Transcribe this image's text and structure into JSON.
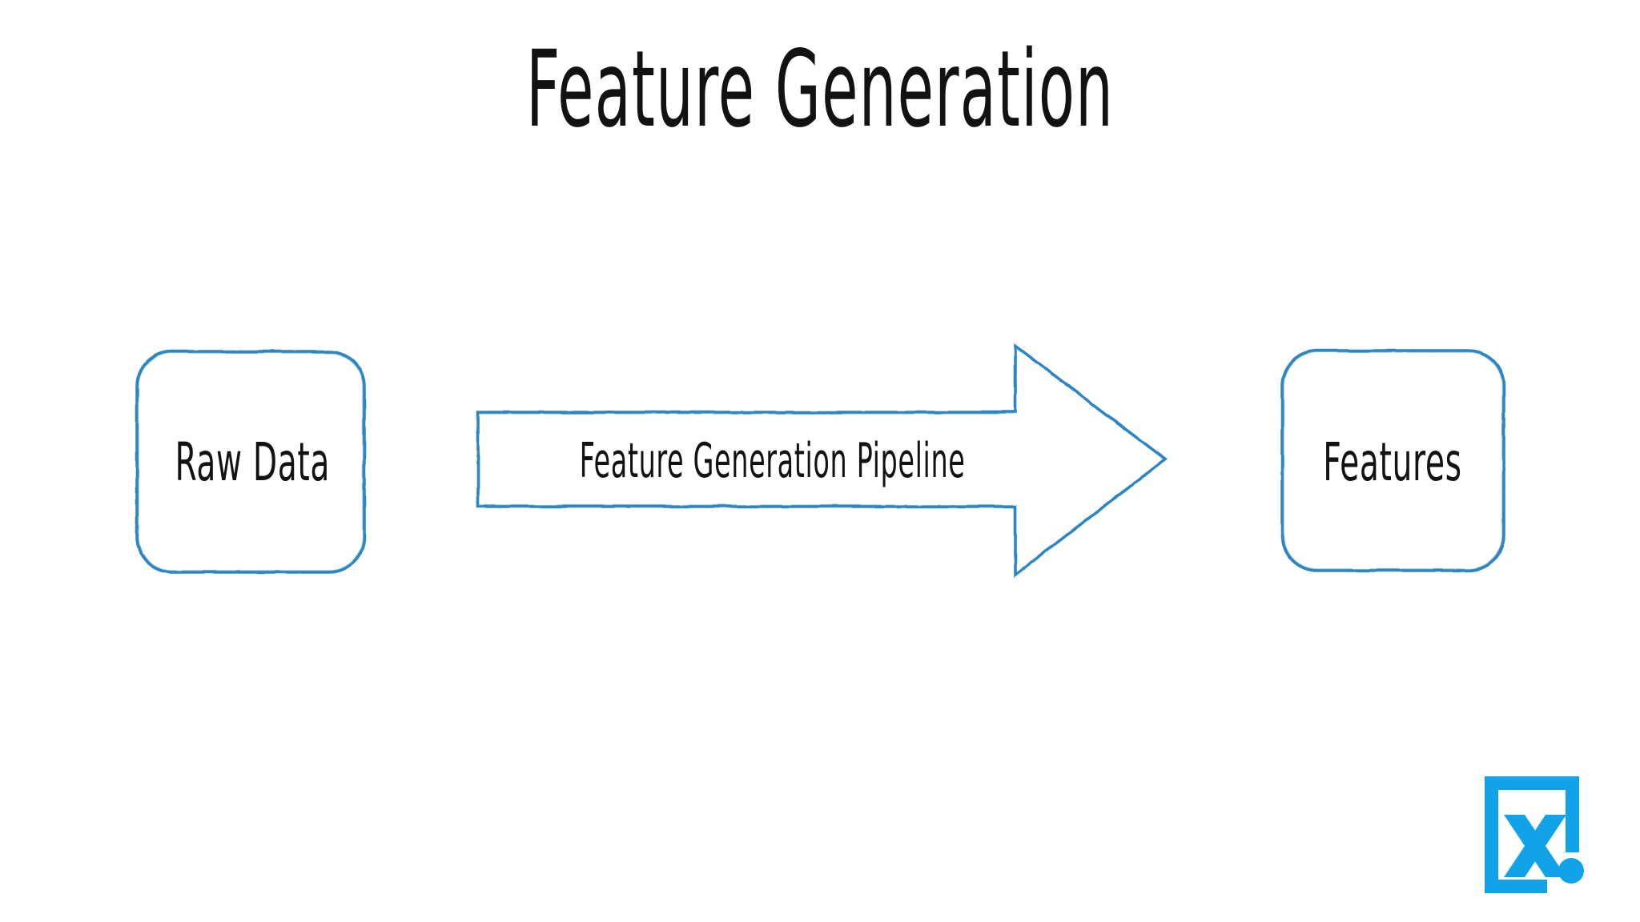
{
  "slide": {
    "title": "Feature Generation",
    "background_color": "#ffffff",
    "text_color": "#121212",
    "stroke_color": "#2E86C1",
    "logo_color": "#11A2E8"
  },
  "diagram": {
    "type": "flow",
    "direction": "left-to-right",
    "nodes": [
      {
        "id": "raw-data",
        "label": "Raw Data",
        "shape": "rounded-rectangle"
      },
      {
        "id": "features",
        "label": "Features",
        "shape": "rounded-rectangle"
      }
    ],
    "edges": [
      {
        "id": "pipeline-arrow",
        "label": "Feature Generation Pipeline",
        "shape": "block-arrow",
        "from": "raw-data",
        "to": "features"
      }
    ]
  },
  "logo": {
    "name": "x-bracket-logo",
    "mark": "X.",
    "color": "#11A2E8"
  }
}
